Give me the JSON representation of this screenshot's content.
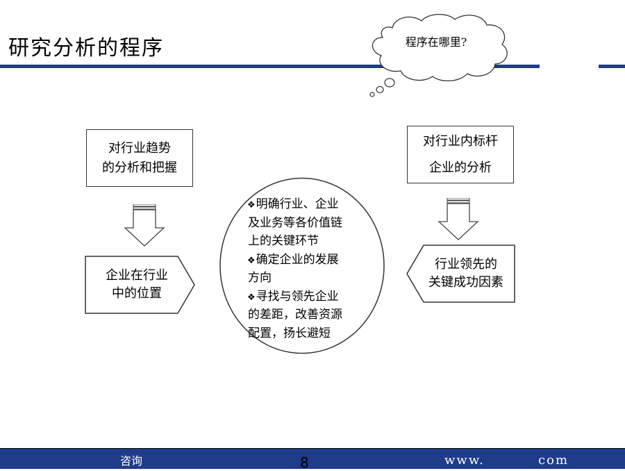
{
  "slide": {
    "title": "研究分析的程序",
    "thought_bubble": "程序在哪里?",
    "box_top_left": [
      "对行业趋势",
      "的分析和把握"
    ],
    "box_top_right": [
      "对行业内标杆",
      "企业的分析"
    ],
    "shape_left": [
      "企业在行业",
      "中的位置"
    ],
    "shape_right": [
      "行业领先的",
      "关键成功因素"
    ],
    "ellipse_lines": [
      {
        "bullet": "❖",
        "text": "明确行业、企业"
      },
      {
        "bullet": "",
        "text": "及业务等各价值链"
      },
      {
        "bullet": "",
        "text": "上的关键环节"
      },
      {
        "bullet": "❖",
        "text": "确定企业的发展"
      },
      {
        "bullet": "",
        "text": "方向"
      },
      {
        "bullet": "❖",
        "text": "寻找与领先企业"
      },
      {
        "bullet": "",
        "text": "的差距，改善资源"
      },
      {
        "bullet": "",
        "text": "配置，扬长避短"
      }
    ]
  },
  "footer": {
    "left": "咨询",
    "page": "8",
    "right": "www.          com"
  },
  "colors": {
    "accent": "#1f3c88"
  }
}
